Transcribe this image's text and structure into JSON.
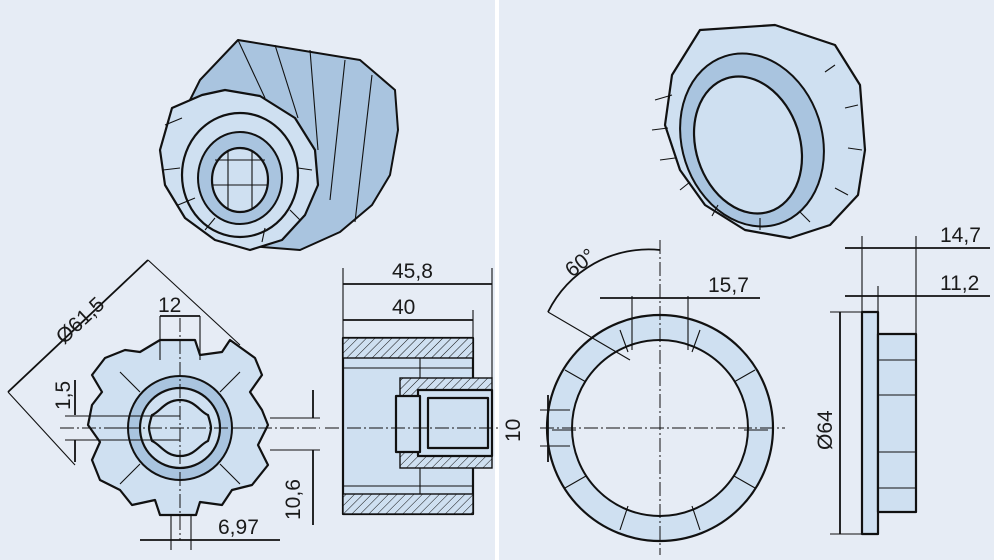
{
  "dimensions": {
    "diameter_61_5": "Ø61,5",
    "width_12": "12",
    "offset_1_5": "1,5",
    "height_10_6": "10,6",
    "width_6_97": "6,97",
    "length_45_8": "45,8",
    "length_40": "40",
    "angle_60": "60°",
    "width_15_7": "15,7",
    "height_10": "10",
    "length_14_7": "14,7",
    "length_11_2": "11,2",
    "diameter_64": "Ø64"
  },
  "colors": {
    "background": "#e6ecf5",
    "part_fill": "#cfe0f1",
    "divider": "#ffffff"
  }
}
